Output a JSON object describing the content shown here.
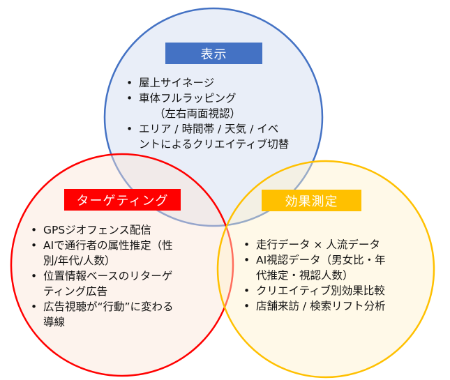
{
  "colors": {
    "display": "#4472c4",
    "targeting": "#ff0000",
    "effect": "#ffc000",
    "display_fill": "#dae3f3",
    "targeting_fill": "#fbe5d6",
    "effect_fill": "#fff2cc"
  },
  "circles": {
    "display": {
      "label": "表示",
      "items": [
        {
          "lines": [
            "屋上サイネージ"
          ]
        },
        {
          "lines": [
            "車体フルラッピング",
            "（左右両面視認）"
          ]
        },
        {
          "lines": [
            "エリア / 時間帯 / 天気 / イベ",
            "ントによるクリエイティブ切替"
          ]
        }
      ]
    },
    "targeting": {
      "label": "ターゲティング",
      "items": [
        {
          "lines": [
            "GPSジオフェンス配信"
          ]
        },
        {
          "lines": [
            "AIで通行者の属性推定（性",
            "別/年代/人数）"
          ]
        },
        {
          "lines": [
            "位置情報ベースのリターゲ",
            "ティング広告"
          ]
        },
        {
          "lines": [
            "広告視聴が“行動”に変わる",
            "導線"
          ]
        }
      ]
    },
    "effect": {
      "label": "効果測定",
      "items": [
        {
          "lines": [
            "走行データ × 人流データ"
          ]
        },
        {
          "lines": [
            "AI視認データ（男女比・年",
            "代推定・視認人数）"
          ]
        },
        {
          "lines": [
            "クリエイティブ別効果比較"
          ]
        },
        {
          "lines": [
            "店舗来訪 / 検索リフト分析"
          ]
        }
      ]
    }
  }
}
